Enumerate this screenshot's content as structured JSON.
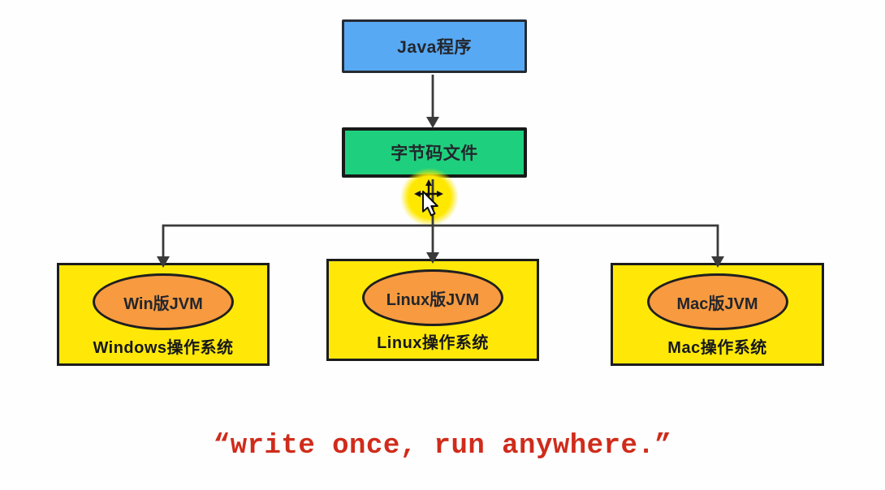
{
  "diagram": {
    "java_node": {
      "label": "Java程序",
      "fill": "#58a9f4"
    },
    "bytecode_node": {
      "label": "字节码文件",
      "fill": "#1ed07e"
    },
    "platforms": [
      {
        "id": "windows",
        "jvm": "Win版JVM",
        "os": "Windows操作系统"
      },
      {
        "id": "linux",
        "jvm": "Linux版JVM",
        "os": "Linux操作系统"
      },
      {
        "id": "mac",
        "jvm": "Mac版JVM",
        "os": "Mac操作系统"
      }
    ],
    "platform_fill": "#ffe808",
    "jvm_ellipse_fill": "#f79a40",
    "connector_color": "#3a3a3a"
  },
  "cursor": {
    "icon": "move-cursor",
    "highlight_color": "#ffe800"
  },
  "caption": {
    "text": "“write once, run anywhere.”",
    "color": "#d02b1b"
  }
}
